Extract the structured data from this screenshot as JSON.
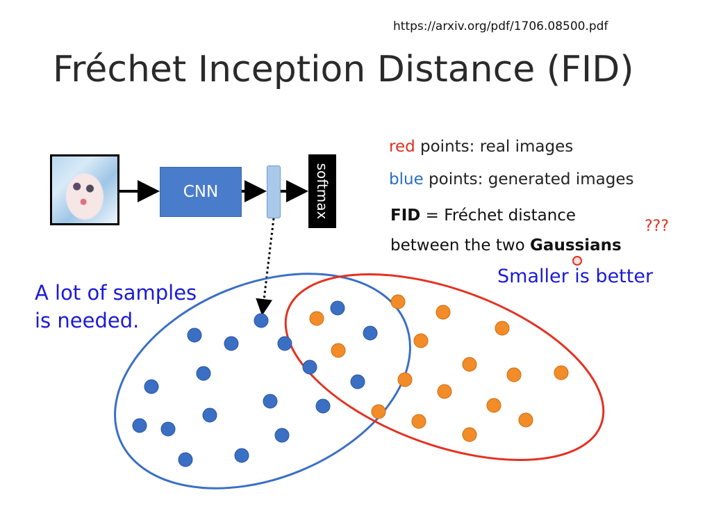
{
  "source_url": "https://arxiv.org/pdf/1706.08500.pdf",
  "title": "Fréchet Inception Distance (FID)",
  "pipeline": {
    "cnn_label": "CNN",
    "softmax_label": "softmax"
  },
  "legend": {
    "red_word": "red",
    "red_rest": " points: real images",
    "blue_word": "blue",
    "blue_rest": " points: generated images"
  },
  "fid_definition": {
    "fid_word": "FID",
    "line1_rest": " = Fréchet distance",
    "line2_prefix": "between the two ",
    "gaussians_word": "Gaussians",
    "question_marks": "???"
  },
  "smaller_note": "Smaller is better",
  "samples_note": {
    "line1": "A lot of samples",
    "line2": "is needed."
  },
  "colors": {
    "real_points": "#f28c28",
    "generated_points": "#3a6fc4",
    "real_ellipse": "#e53020",
    "generated_ellipse": "#3a6fc4",
    "annotation_blue": "#1a1ad8"
  }
}
